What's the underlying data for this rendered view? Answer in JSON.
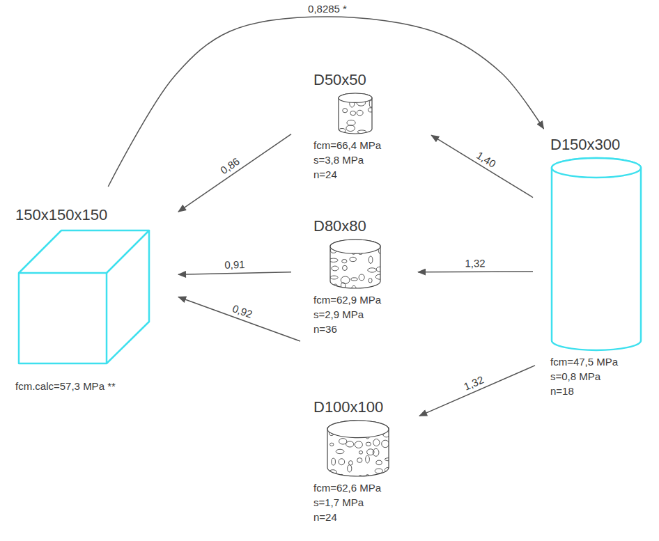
{
  "diagram": {
    "nodes": [
      {
        "text": [
          "150x150x150",
          "fcm.calc=57,3 MPa **"
        ]
      },
      {
        "text": [
          "D50x50",
          "fcm=66,4 MPa",
          "s=3,8 MPa",
          "n=24"
        ]
      },
      {
        "text": [
          "D80x80",
          "fcm=62,9 MPa",
          "s=2,9 MPa",
          "n=36"
        ]
      },
      {
        "text": [
          "D100x100",
          "fcm=62,6 MPa",
          "s=1,7 MPa",
          "n=24"
        ]
      },
      {
        "text": [
          "D150x300",
          "fcm=47,5 MPa",
          "s=0,8 MPa",
          "n=18"
        ]
      }
    ],
    "edges": [
      {
        "from": 0,
        "to": 4,
        "label": "0,8285 *",
        "arrow": "to"
      },
      {
        "from": 1,
        "to": 0,
        "label": "0,86",
        "arrow": "to"
      },
      {
        "from": 4,
        "to": 1,
        "label": "1,40",
        "arrow": "to"
      },
      {
        "from": 2,
        "to": 0,
        "label": "0,91",
        "arrow": "to"
      },
      {
        "from": 4,
        "to": 2,
        "label": "1,32",
        "arrow": "to"
      },
      {
        "from": 3,
        "to": 0,
        "label": "0,92",
        "arrow": "to"
      },
      {
        "from": 4,
        "to": 3,
        "label": "1,32",
        "arrow": "to"
      }
    ]
  }
}
